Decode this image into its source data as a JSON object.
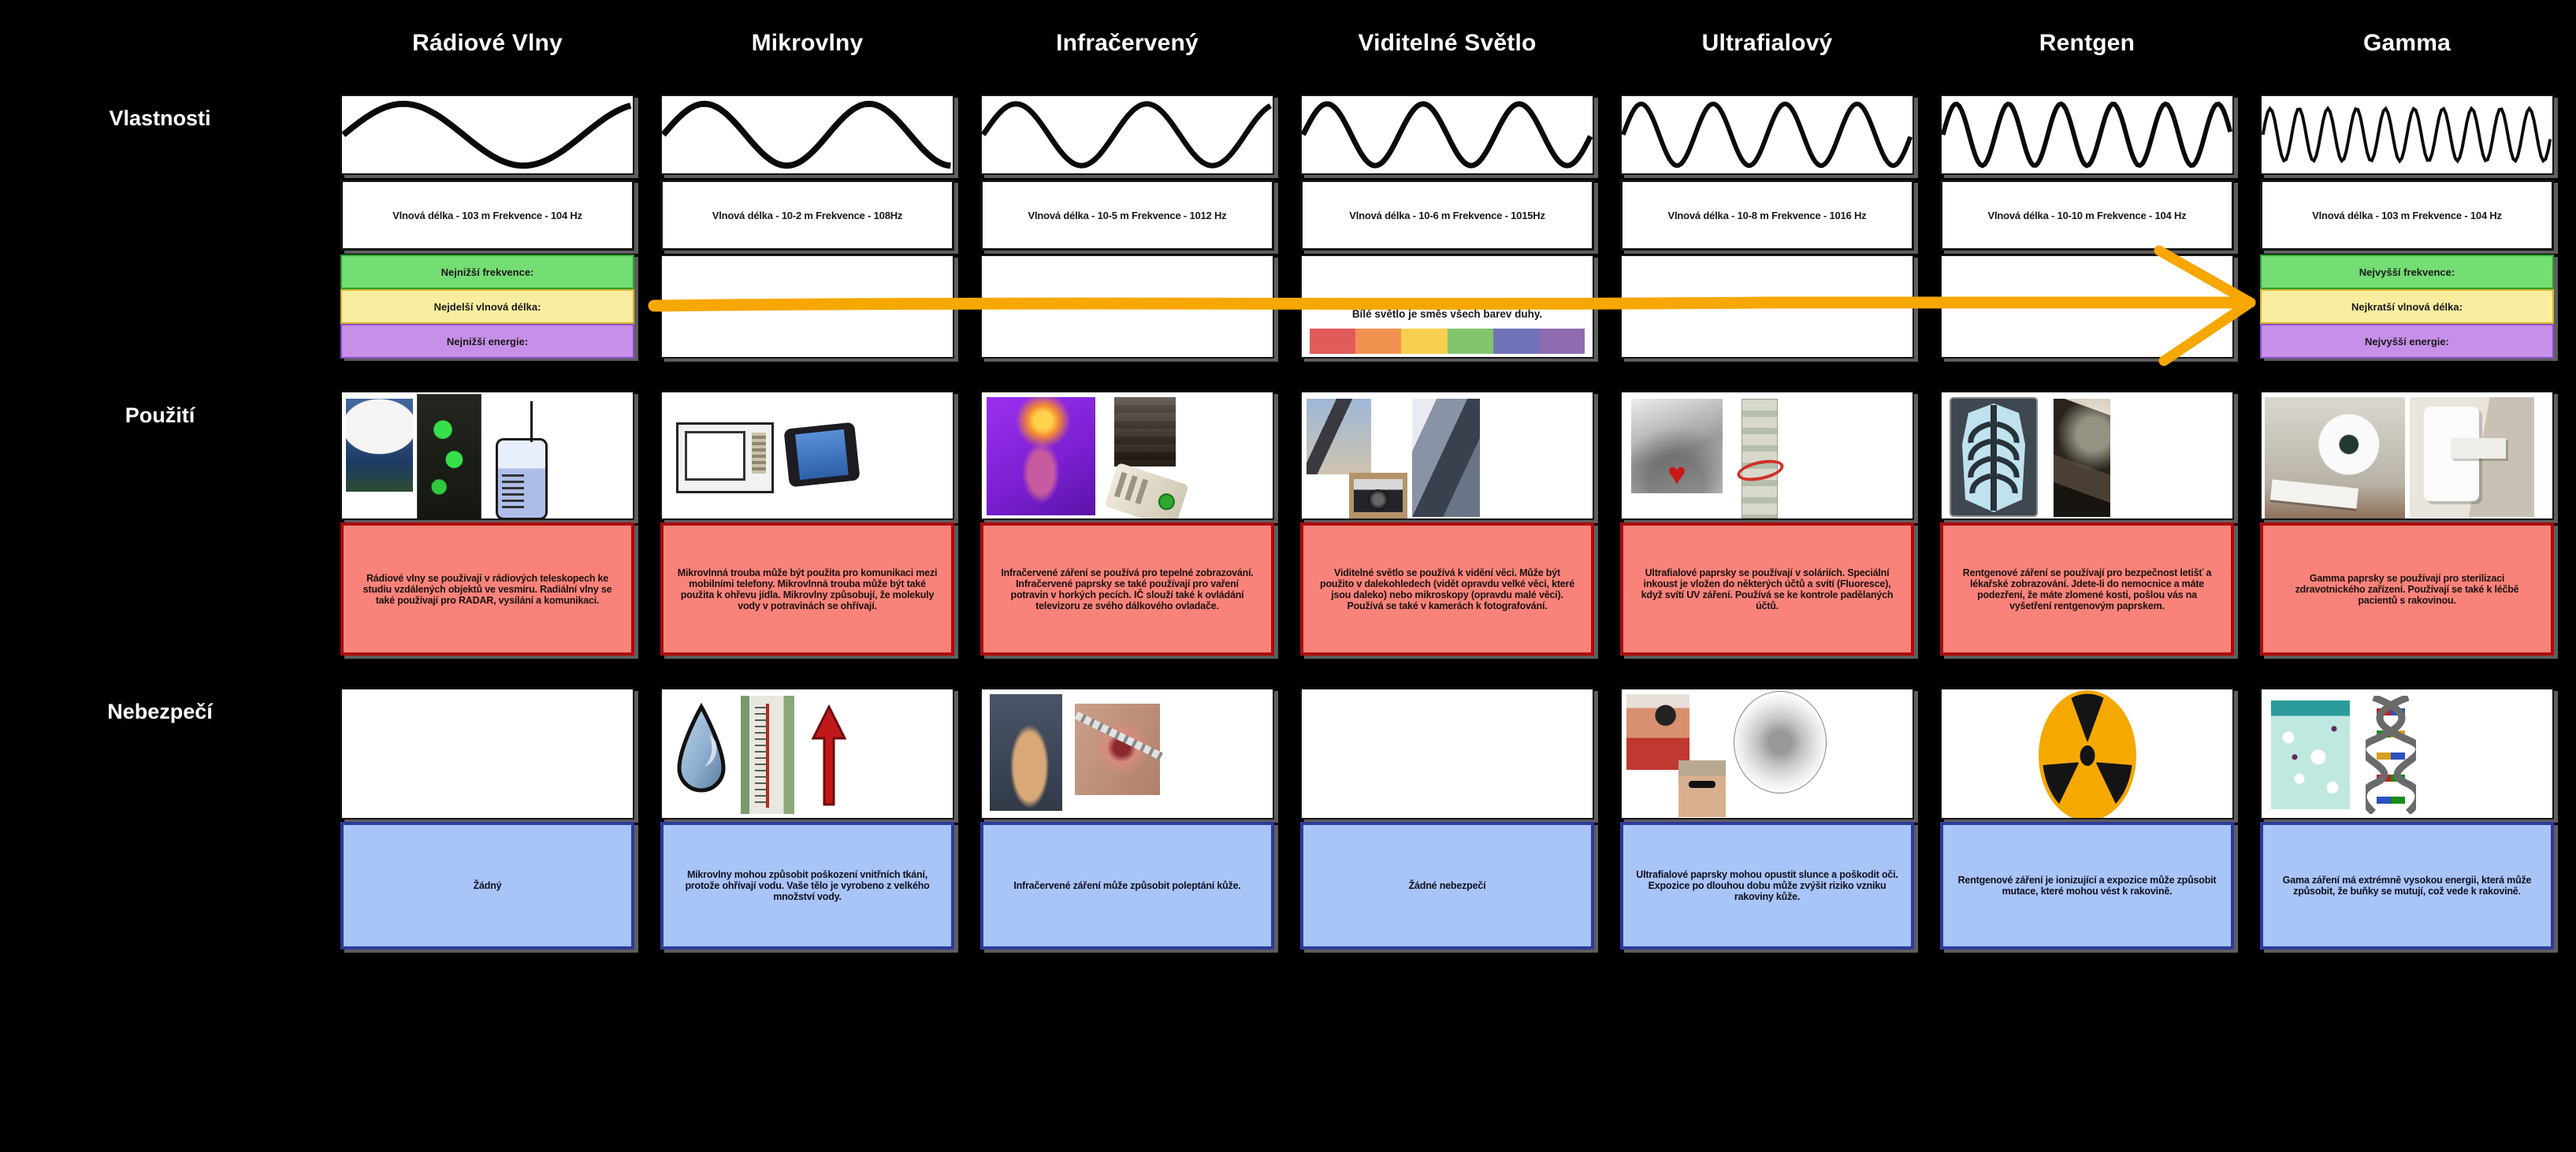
{
  "rows": {
    "properties": "Vlastnosti",
    "uses": "Použití",
    "dangers": "Nebezpečí"
  },
  "colors": {
    "green_fill": "#74dd74",
    "green_border": "#2f9e2f",
    "yellow_fill": "#f9ee9f",
    "yellow_border": "#d9b22b",
    "purple_fill": "#c78fe8",
    "purple_border": "#8b4fc8",
    "red_fill": "#f9837a",
    "red_border": "#ae0b0b",
    "blue_fill": "#a9c4f7",
    "blue_border": "#2e3b9b",
    "arrow": "#f6a700"
  },
  "visible_light": {
    "note": "Bílé světlo je směs všech barev duhy.",
    "rainbow": [
      "#e15b5b",
      "#f19150",
      "#f7cf4e",
      "#82c46c",
      "#7173b8",
      "#8f6cb2"
    ]
  },
  "columns": [
    {
      "header": "Rádiové Vlny",
      "wave_cycles": 1.2,
      "wavelength": "Vlnová délka - 103 m Frekvence - 104 Hz",
      "labels": {
        "green": "Nejnižší frekvence:",
        "yellow": "Nejdelší vlnová délka:",
        "purple": "Nejnižší energie:"
      },
      "uses_text": "Rádiové vlny se používají v rádiových teleskopech ke studiu vzdálených objektů ve vesmíru. Radiální vlny se také používají pro RADAR, vysílání a komunikaci.",
      "uses_images": [
        "radio telescope",
        "radar screen",
        "radio"
      ],
      "dangers_text": "Žádný",
      "dangers_images": []
    },
    {
      "header": "Mikrovlny",
      "wave_cycles": 1.75,
      "wavelength": "Vlnová délka - 10-2 m Frekvence - 108Hz",
      "uses_text": "Mikrovlnná trouba může být použita pro komunikaci mezi mobilními telefony. Mikrovlnná trouba může být také použita k ohřevu jídla. Mikrovlny způsobují, že molekuly vody v potravinách se ohřívají.",
      "uses_images": [
        "microwave oven",
        "smartphone"
      ],
      "dangers_text": "Mikrovlny mohou způsobit poškození vnitřních tkání, protože ohřívají vodu. Vaše tělo je vyrobeno z velkého množství vody.",
      "dangers_images": [
        "water drop",
        "thermometer",
        "rising temperature arrow"
      ]
    },
    {
      "header": "Infračervený",
      "wave_cycles": 2.2,
      "wavelength": "Vlnová délka - 10-5 m Frekvence - 1012 Hz",
      "uses_text": "Infračervené záření se používá pro tepelné zobrazování. Infračervené paprsky se také používají pro vaření potravin v horkých pecích. IČ slouží také k ovládání televizoru ze svého dálkového ovladače.",
      "uses_images": [
        "thermal image",
        "hot oven",
        "tv remote control"
      ],
      "dangers_text": "Infračervené záření může způsobit poleptání kůže.",
      "dangers_images": [
        "burned hand",
        "skin burn"
      ]
    },
    {
      "header": "Viditelné Světlo",
      "wave_cycles": 3,
      "wavelength": "Vlnová délka - 10-6 m Frekvence - 1015Hz",
      "uses_text": "Viditelné světlo se používá k vidění věci. Může být použito v dalekohledech (vidět opravdu velké věci, které jsou daleko) nebo mikroskopy (opravdu malé věci). Používá se také v kamerách k fotografování.",
      "uses_images": [
        "telescope",
        "camera",
        "microscope"
      ],
      "dangers_text": "Žádné nebezpečí",
      "dangers_images": []
    },
    {
      "header": "Ultrafialový",
      "wave_cycles": 4,
      "wavelength": "Vlnová délka - 10-8 m Frekvence - 1016 Hz",
      "uses_text": "Ultrafialové paprsky se používají v soláriích. Speciální inkoust je vložen do některých účtů a svítí (Fluoresce), když svítí UV záření. Používá se ke kontrole padělaných účtů.",
      "uses_images": [
        "tanning bed",
        "uv checked banknote"
      ],
      "dangers_text": "Ultrafialové paprsky mohou opustit slunce a poškodit oči. Expozice po dlouhou dobu může zvýšit riziko vzniku rakoviny kůže.",
      "dangers_images": [
        "sunburned woman",
        "man with sunglasses",
        "cataract"
      ]
    },
    {
      "header": "Rentgen",
      "wave_cycles": 5.5,
      "wavelength": "Vlnová délka - 10-10 m Frekvence - 104 Hz",
      "uses_text": "Rentgenové záření se používají pro bezpečnost letišť a lékařské zobrazování. Jdete-li do nemocnice a máte podezření, že máte zlomené kosti, pošlou vás na vyšetření rentgenovým paprskem.",
      "uses_images": [
        "chest x-ray",
        "airport baggage scanner"
      ],
      "dangers_text": "Rentgenové záření je ionizující a expozice může způsobit mutace, které mohou vést k rakovině.",
      "dangers_images": [
        "radiation warning symbol"
      ]
    },
    {
      "header": "Gamma",
      "wave_cycles": 10,
      "wavelength": "Vlnová délka - 103 m Frekvence - 104 Hz",
      "labels": {
        "green": "Nejvyšší frekvence:",
        "yellow": "Nejkratší vlnová délka:",
        "purple": "Nejvyšší energie:"
      },
      "uses_text": "Gamma paprsky se používají pro sterilizaci zdravotnického zařízení. Používají se také k léčbě pacientů s rakovinou.",
      "uses_images": [
        "ct scanner",
        "radiotherapy machine"
      ],
      "dangers_text": "Gama záření má extrémně vysokou energii, která může způsobit, že buňky se mutují, což vede k rakovině.",
      "dangers_images": [
        "cell mutation micrograph",
        "dna helix"
      ]
    }
  ]
}
